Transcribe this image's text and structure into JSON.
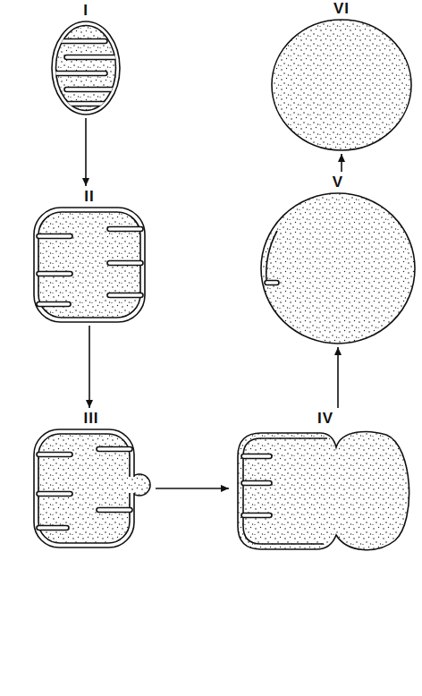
{
  "diagram": {
    "nodes": [
      {
        "text": [
          "I"
        ]
      },
      {
        "text": [
          "II"
        ]
      },
      {
        "text": [
          "III"
        ]
      },
      {
        "text": [
          "IV"
        ]
      },
      {
        "text": [
          "V"
        ]
      },
      {
        "text": [
          "VI"
        ]
      }
    ],
    "edges": [
      {
        "from": 0,
        "to": 1,
        "arrow": "to"
      },
      {
        "from": 1,
        "to": 2,
        "arrow": "to"
      },
      {
        "from": 2,
        "to": 3,
        "arrow": "to"
      },
      {
        "from": 3,
        "to": 4,
        "arrow": "to"
      },
      {
        "from": 4,
        "to": 5,
        "arrow": "to"
      }
    ]
  }
}
